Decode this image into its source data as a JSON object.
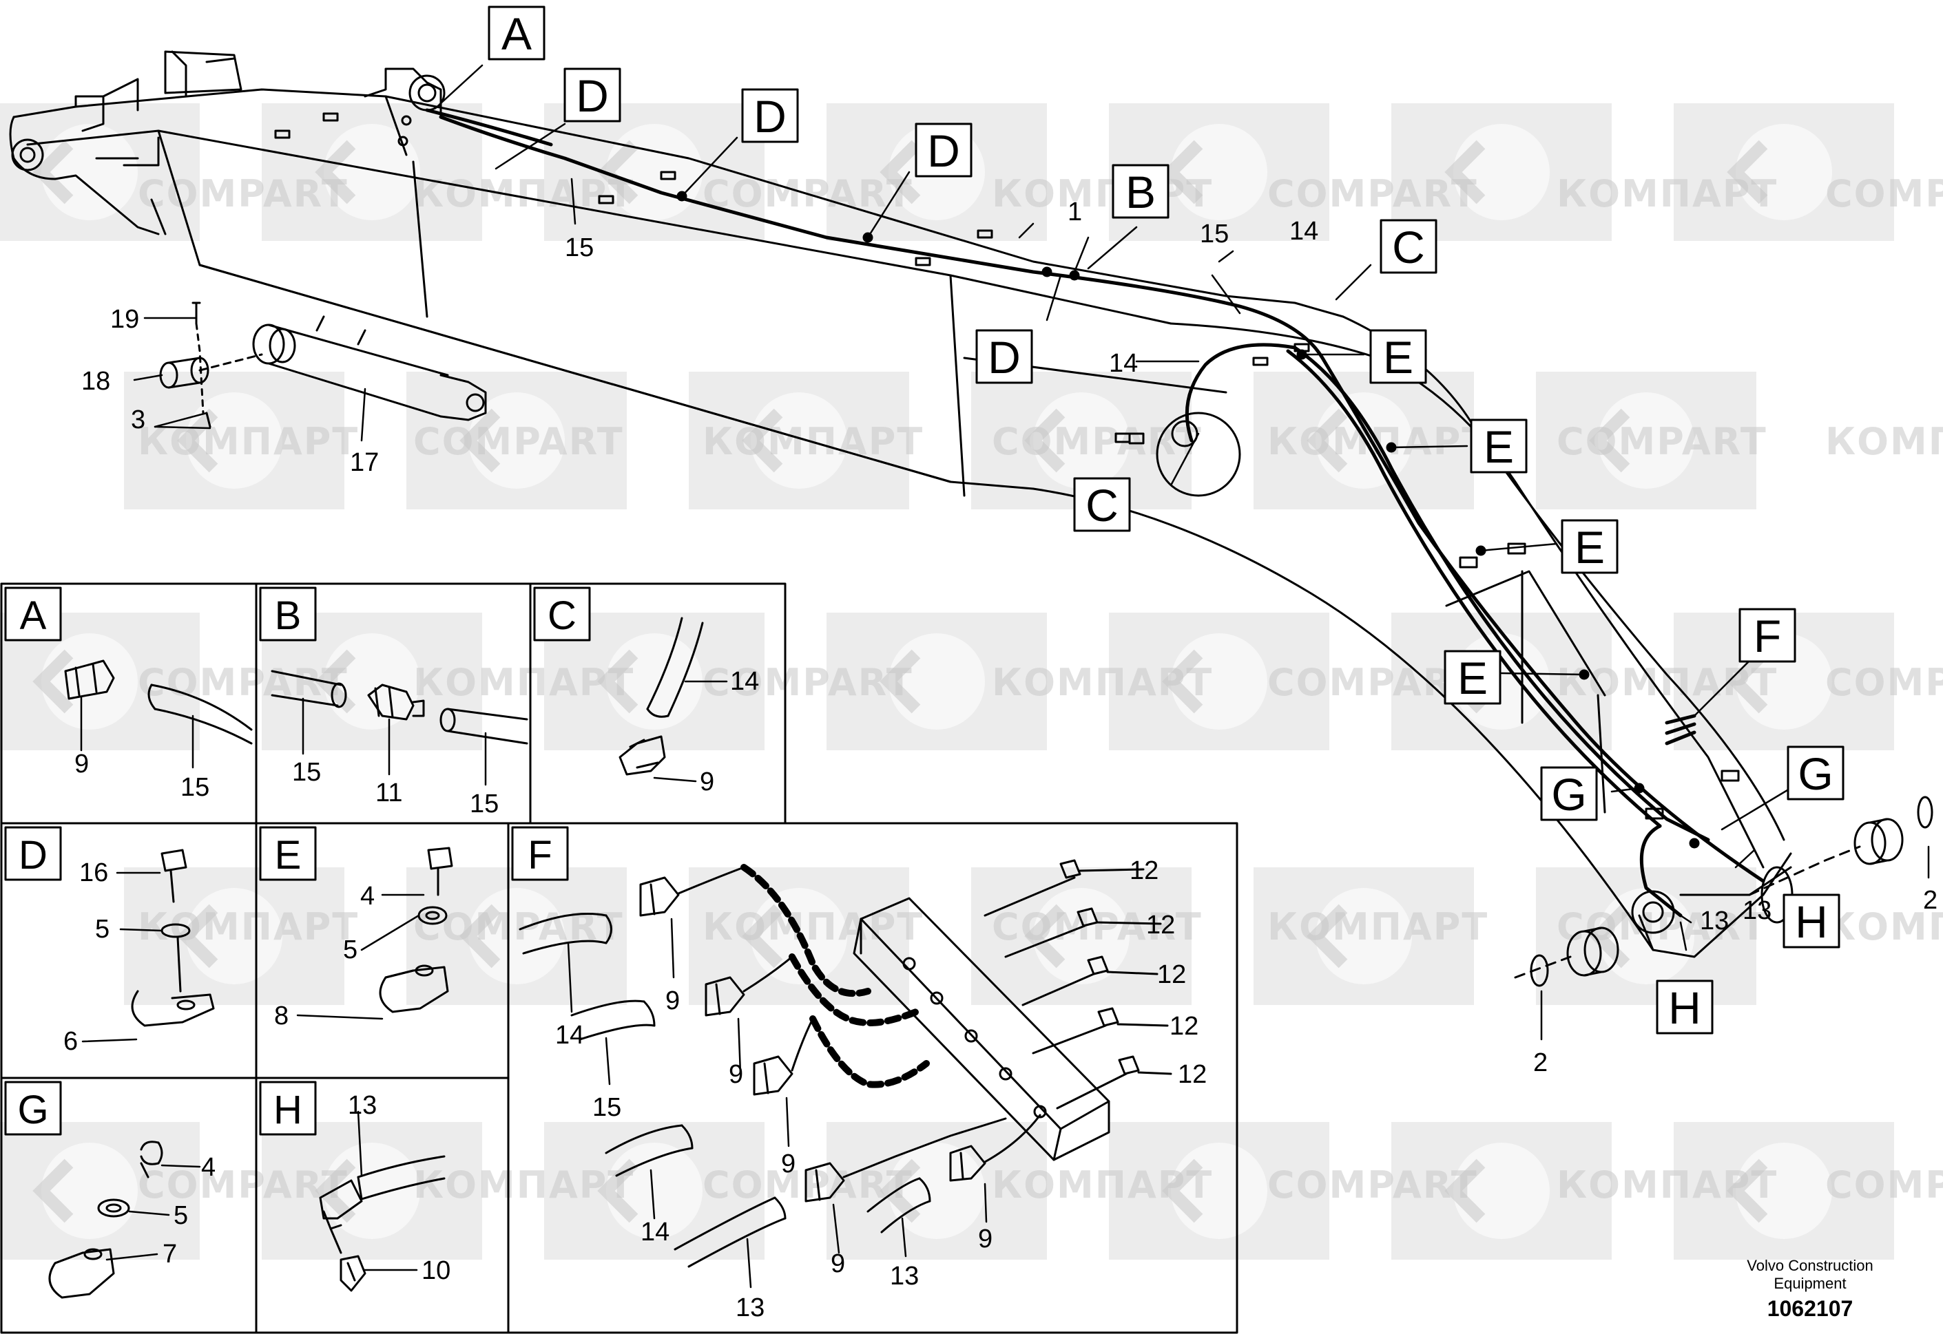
{
  "watermark": {
    "text_latin": "COMPART",
    "text_cyrillic": "КОМПАРТ",
    "color": "#c8c8c8"
  },
  "callouts": [
    "A",
    "B",
    "C",
    "D",
    "E",
    "F",
    "G",
    "H"
  ],
  "part_numbers": {
    "n1": "1",
    "n2": "2",
    "n3": "3",
    "n4": "4",
    "n5": "5",
    "n6": "6",
    "n7": "7",
    "n8": "8",
    "n9": "9",
    "n10": "10",
    "n11": "11",
    "n12": "12",
    "n13": "13",
    "n14": "14",
    "n15": "15",
    "n16": "16",
    "n17": "17",
    "n18": "18",
    "n19": "19"
  },
  "panels": {
    "A": "A",
    "B": "B",
    "C": "C",
    "D": "D",
    "E": "E",
    "F": "F",
    "G": "G",
    "H": "H"
  },
  "footer": {
    "manufacturer_line1": "Volvo Construction",
    "manufacturer_line2": "Equipment",
    "drawing_number": "1062107"
  }
}
